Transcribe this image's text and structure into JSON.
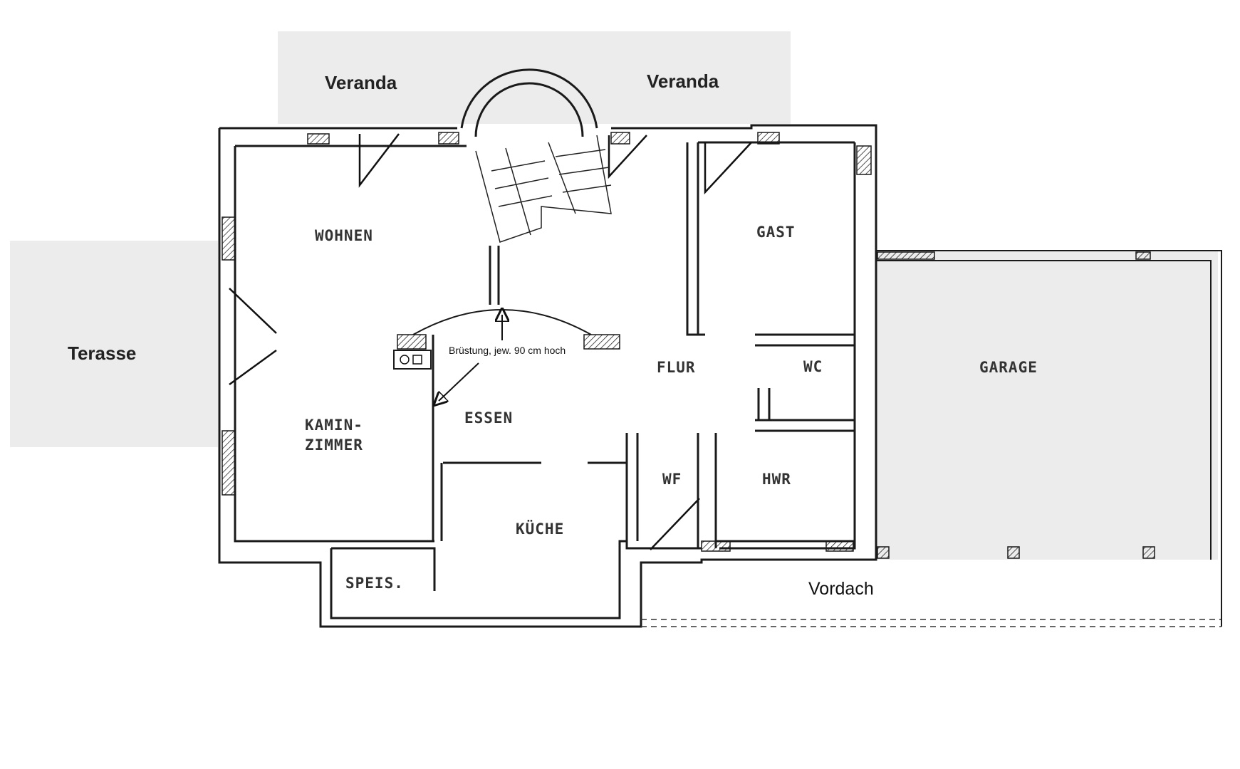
{
  "zones": {
    "veranda_left": "Veranda",
    "veranda_right": "Veranda",
    "terasse": "Terasse"
  },
  "rooms": {
    "wohnen": "WOHNEN",
    "kamin_line1": "KAMIN-",
    "kamin_line2": "ZIMMER",
    "essen": "ESSEN",
    "kueche": "KÜCHE",
    "speis": "SPEIS.",
    "flur": "FLUR",
    "wf": "WF",
    "gast": "GAST",
    "wc": "WC",
    "hwr": "HWR",
    "garage": "GARAGE"
  },
  "annotations": {
    "bruestung": "Brüstung, jew. 90 cm hoch",
    "vordach": "Vordach"
  },
  "colors": {
    "zone_fill": "#ececec",
    "wall": "#1a1a1a"
  }
}
